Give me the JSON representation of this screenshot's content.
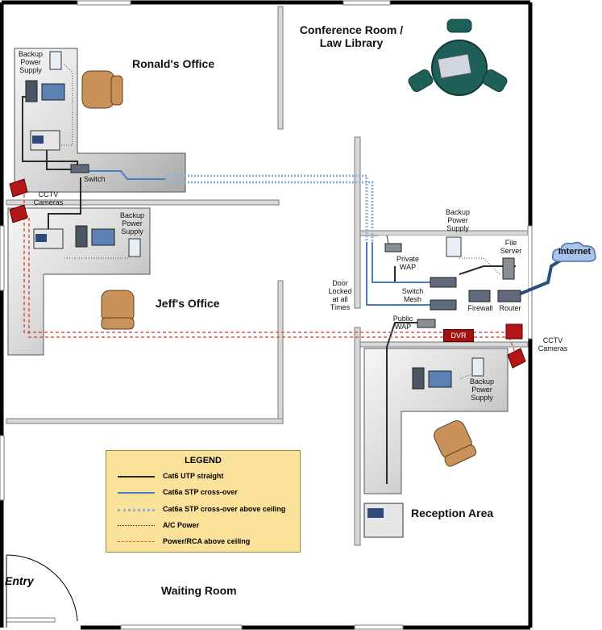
{
  "rooms": {
    "conference": "Conference Room /\nLaw Library",
    "ronald": "Ronald's Office",
    "jeff": "Jeff's Office",
    "reception": "Reception Area",
    "waiting": "Waiting Room",
    "entry": "Entry"
  },
  "labels": {
    "backup_ps_ronald": "Backup\nPower\nSupply",
    "switch_ronald": "Switch",
    "cctv_left": "CCTV\nCameras",
    "backup_ps_jeff": "Backup\nPower\nSupply",
    "door_locked": "Door\nLocked\nat all\nTimes",
    "backup_ps_server": "Backup\nPower\nSupply",
    "file_server": "File\nServer",
    "private_wap": "Private\nWAP",
    "switch_mesh": "Switch\nMesh",
    "public_wap": "Public\nWAP",
    "firewall": "Firewall",
    "router": "Router",
    "internet": "Internet",
    "dvr": "DVR",
    "cctv_right": "CCTV\nCameras",
    "backup_ps_reception": "Backup\nPower\nSupply"
  },
  "legend": {
    "title": "LEGEND",
    "items": [
      {
        "label": "Cat6 UTP straight",
        "color": "#2b2b2b",
        "style": "solid"
      },
      {
        "label": "Cat6a STP cross-over",
        "color": "#4a7fc1",
        "style": "solid"
      },
      {
        "label": "Cat6a STP cross-over above ceiling",
        "color": "#8fb1da",
        "style": "dotted"
      },
      {
        "label": "A/C Power",
        "color": "#333333",
        "style": "thin-dotted"
      },
      {
        "label": "Power/RCA above ceiling",
        "color": "#e05050",
        "style": "dashed"
      }
    ]
  },
  "colors": {
    "wall": "#000000",
    "desk_light": "#f2f2f2",
    "desk_dark": "#b9b9b9",
    "conference_table": "#1f5f5a",
    "chair": "#c9925a",
    "camera": "#b21616",
    "internet_cloud": "#a9c4ea"
  }
}
